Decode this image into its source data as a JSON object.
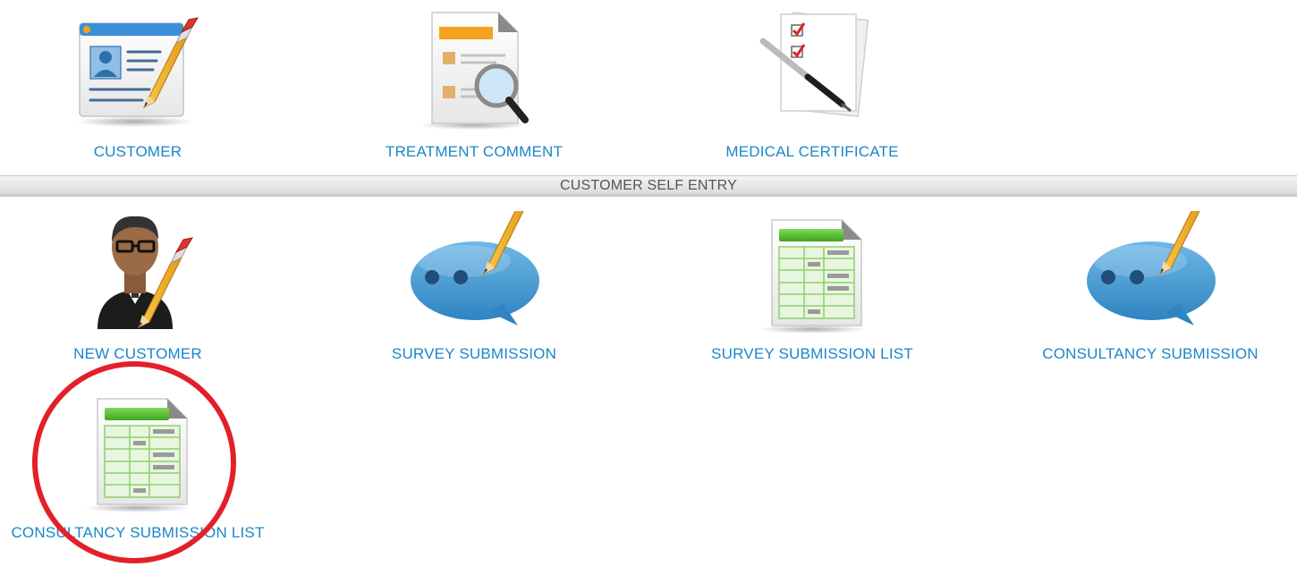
{
  "top_tiles": [
    {
      "label": "CUSTOMER",
      "icon": "customer-card-icon"
    },
    {
      "label": "TREATMENT COMMENT",
      "icon": "treatment-search-icon"
    },
    {
      "label": "MEDICAL CERTIFICATE",
      "icon": "certificate-checklist-icon"
    }
  ],
  "section": {
    "title": "CUSTOMER SELF ENTRY"
  },
  "self_entry_tiles": [
    {
      "label": "NEW CUSTOMER",
      "icon": "new-customer-avatar-icon"
    },
    {
      "label": "SURVEY SUBMISSION",
      "icon": "survey-speech-bubble-icon"
    },
    {
      "label": "SURVEY SUBMISSION LIST",
      "icon": "survey-list-sheet-icon"
    },
    {
      "label": "CONSULTANCY SUBMISSION",
      "icon": "consultancy-speech-bubble-icon"
    },
    {
      "label": "CONSULTANCY SUBMISSION LIST",
      "icon": "consultancy-list-sheet-icon"
    }
  ],
  "colors": {
    "label_blue": "#1a86c8",
    "highlight_red": "#e3202a",
    "section_text": "#555555"
  }
}
